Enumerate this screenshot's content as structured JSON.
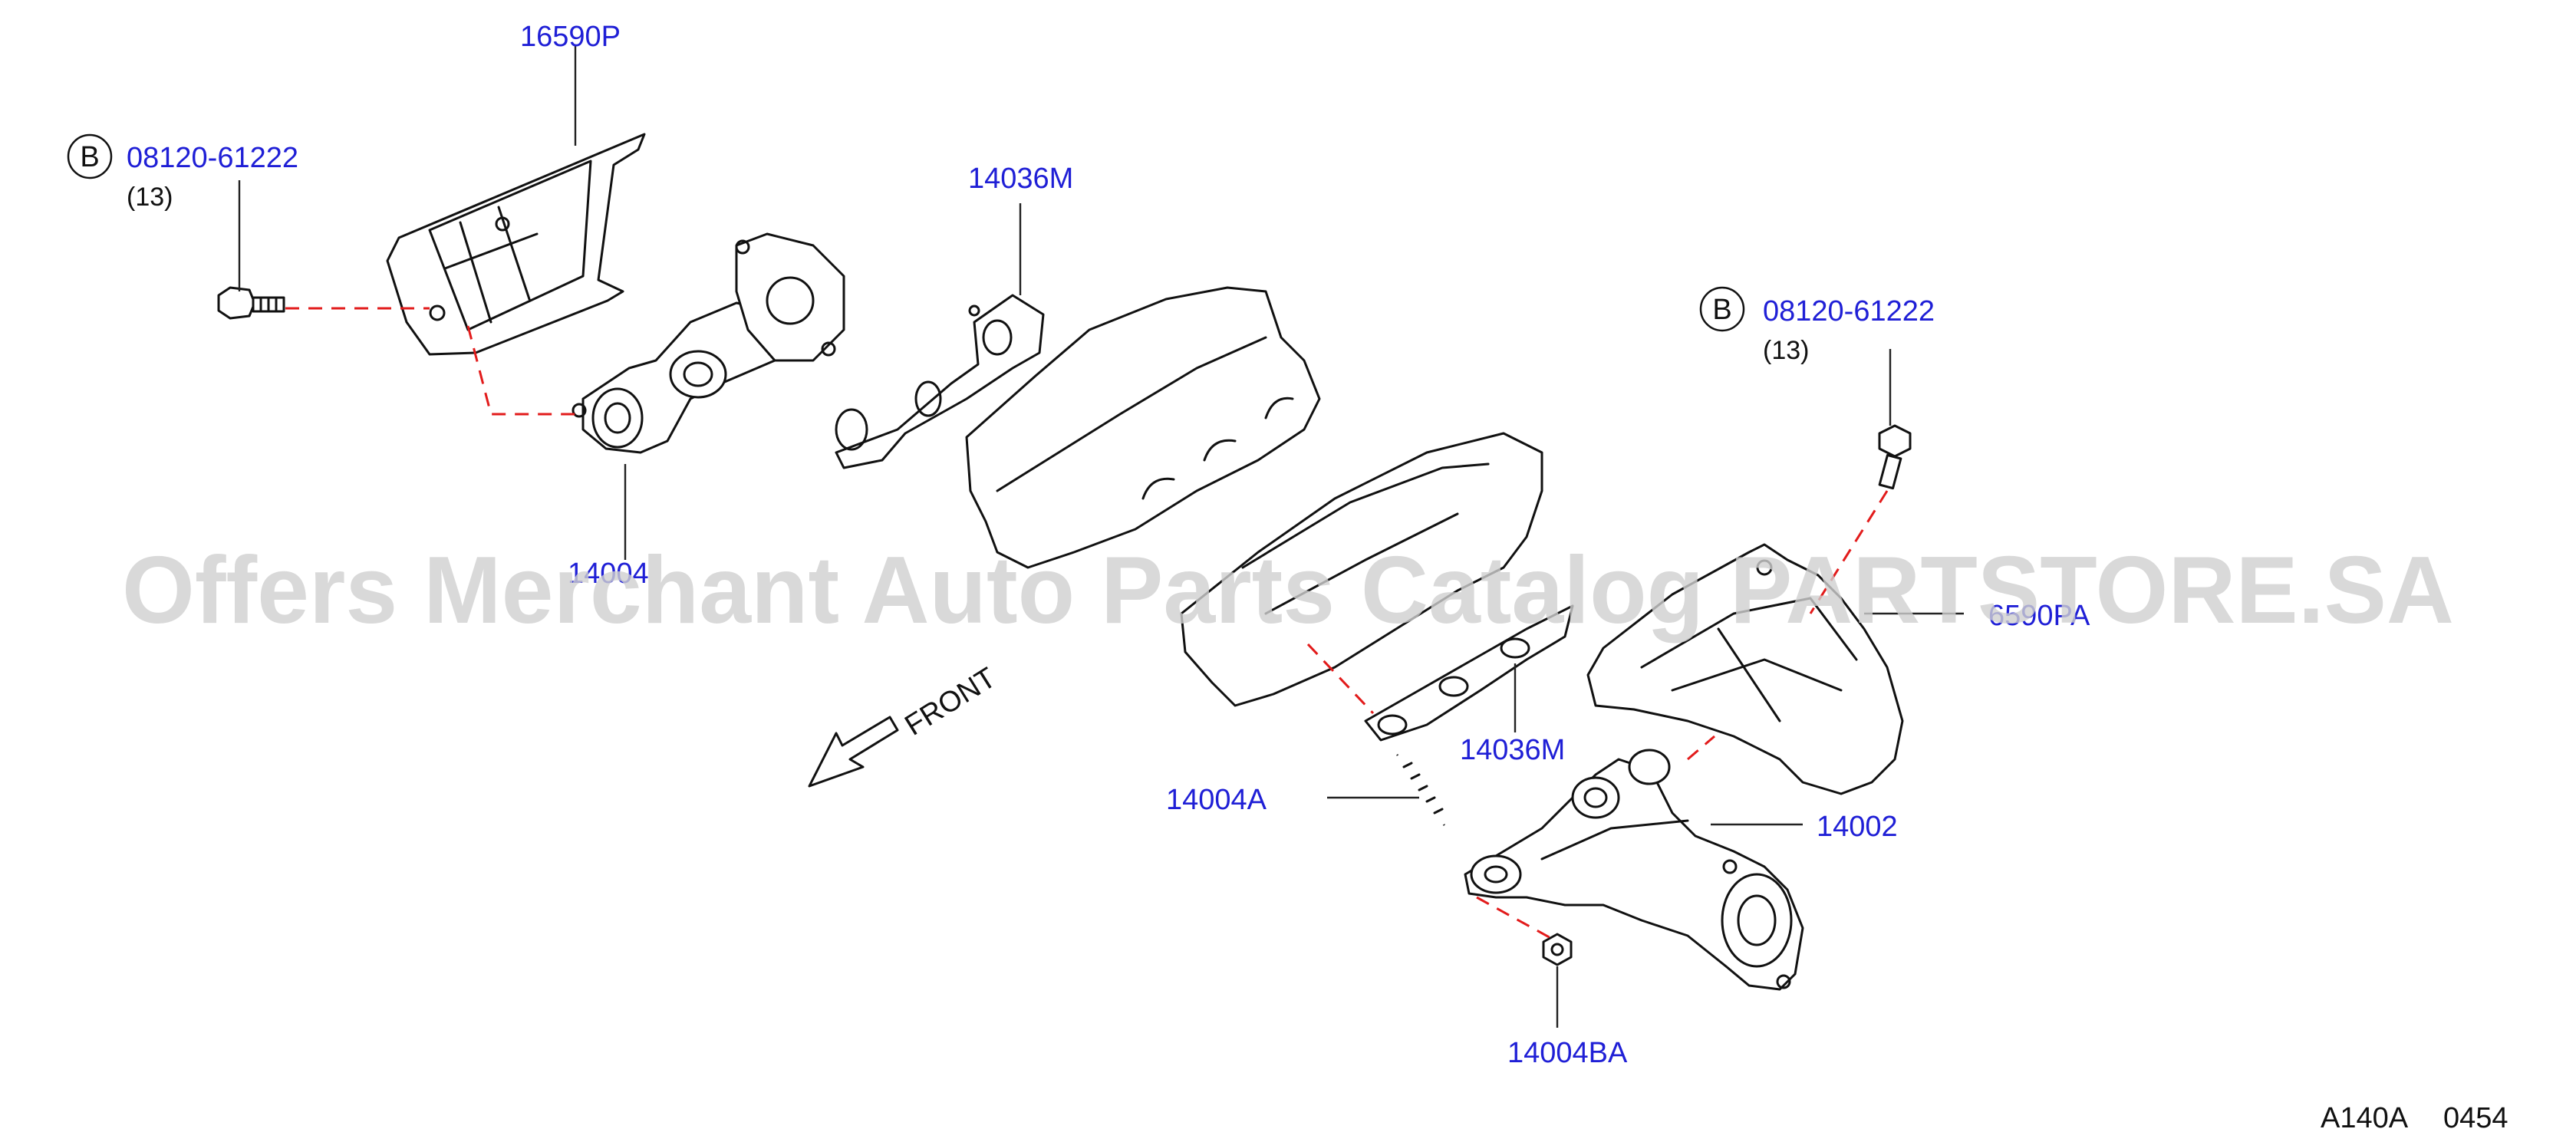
{
  "diagram": {
    "parts": {
      "heat_insulator_left": "16590P",
      "bolt_left": "08120-61222",
      "bolt_left_qty": "(13)",
      "gasket_left": "14036M",
      "manifold_left": "14004",
      "bolt_right": "08120-61222",
      "bolt_right_qty": "(13)",
      "heat_insulator_right": "6590PA",
      "gasket_right": "14036M",
      "stud": "14004A",
      "manifold_right": "14002",
      "nut": "14004BA"
    },
    "bolt_badge": "B",
    "front_label": "FRONT",
    "watermark": "Offers Merchant Auto Parts Catalog PARTSTORE.SA",
    "footer_code": "A140A",
    "footer_number": "0454"
  }
}
